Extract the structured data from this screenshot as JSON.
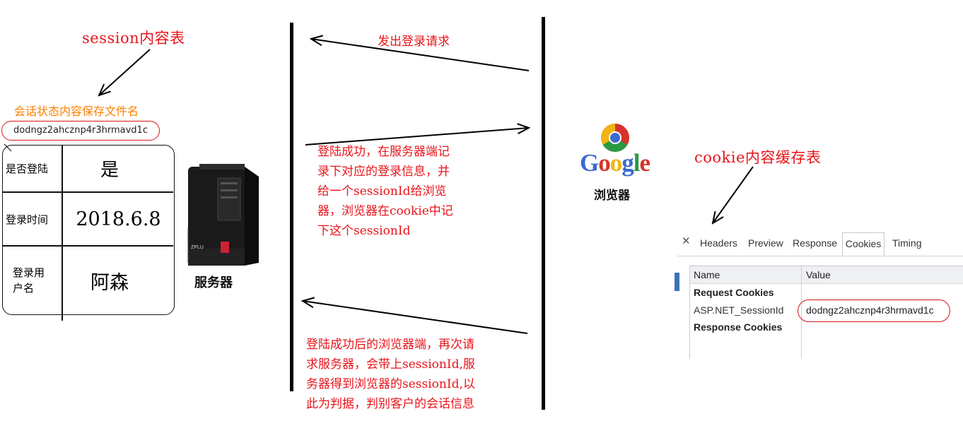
{
  "session_section": {
    "title": "session内容表",
    "filename_label": "会话状态内容保存文件名",
    "session_id": "dodngz2ahcznp4r3hrmavd1c",
    "rows": [
      {
        "label": "是否登陆",
        "value": "是"
      },
      {
        "label": "登录时间",
        "value": "2018.6.8"
      },
      {
        "label": "登录用户名",
        "value": "阿森"
      }
    ]
  },
  "server": {
    "label": "服务器"
  },
  "messages": {
    "request": "发出登录请求",
    "login_success": [
      "登陆成功，在服务器端记",
      "录下对应的登录信息，并",
      "给一个sessionId给浏览",
      "器，浏览器在cookie中记",
      "下这个sessionId"
    ],
    "after_login": [
      "登陆成功后的浏览器端，再次请",
      "求服务器，会带上sessionId,服",
      "务器得到浏览器的sessionId,以",
      "此为判据，判别客户的会话信息"
    ]
  },
  "browser": {
    "logo_text": "Google",
    "label": "浏览器"
  },
  "cookie_section": {
    "title": "cookie内容缓存表"
  },
  "devtools": {
    "tabs": [
      "Headers",
      "Preview",
      "Response",
      "Cookies",
      "Timing"
    ],
    "active_tab": "Cookies",
    "columns": [
      "Name",
      "Value"
    ],
    "request_cookies_label": "Request Cookies",
    "cookie_name": "ASP.NET_SessionId",
    "cookie_value": "dodngz2ahcznp4r3hrmavd1c",
    "response_cookies_label": "Response Cookies"
  },
  "colors": {
    "annotation_red": "#e8141a",
    "filename_orange": "#ff7f00",
    "google_blue": "#3b6ad1",
    "google_red": "#d6342a",
    "google_yellow": "#f1b412",
    "google_green": "#2a9a45"
  }
}
